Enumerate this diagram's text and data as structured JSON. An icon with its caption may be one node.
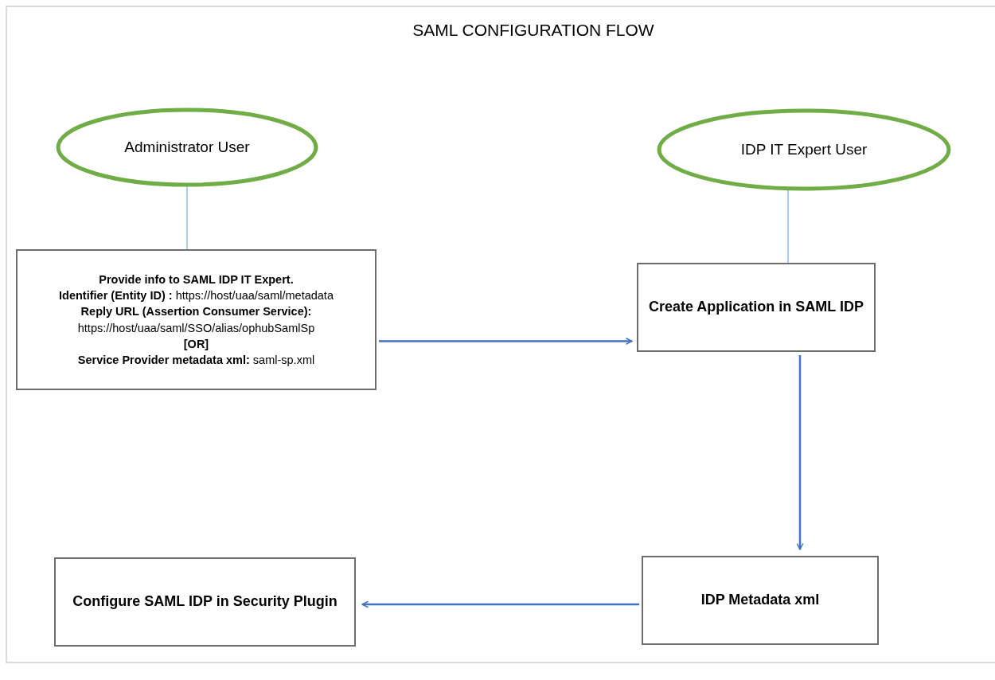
{
  "diagram": {
    "title": "SAML CONFIGURATION FLOW",
    "nodes": [
      {
        "text": [
          "Administrator User"
        ]
      },
      {
        "text": [
          "IDP IT Expert User"
        ]
      },
      {
        "text": [
          "Provide info to SAML IDP IT Expert.",
          "**Identifier (Entity ID) :** https://host/uaa/saml/metadata",
          "**Reply URL (Assertion Consumer Service):** https://host/uaa/saml/SSO/alias/ophubSamlSp",
          "[OR]",
          "**Service Provider metadata xml:** saml-sp.xml"
        ]
      },
      {
        "text": [
          "Create Application in SAML IDP"
        ]
      },
      {
        "text": [
          "IDP Metadata xml"
        ]
      },
      {
        "text": [
          "Configure SAML IDP in Security Plugin"
        ]
      }
    ],
    "edges": [
      {
        "from": 0,
        "to": 2,
        "arrow": "none",
        "color": "#5b9bd5"
      },
      {
        "from": 1,
        "to": 3,
        "arrow": "none",
        "color": "#5b9bd5"
      },
      {
        "from": 2,
        "to": 3,
        "arrow": "to"
      },
      {
        "from": 3,
        "to": 4,
        "arrow": "to"
      },
      {
        "from": 4,
        "to": 5,
        "arrow": "to"
      }
    ]
  }
}
